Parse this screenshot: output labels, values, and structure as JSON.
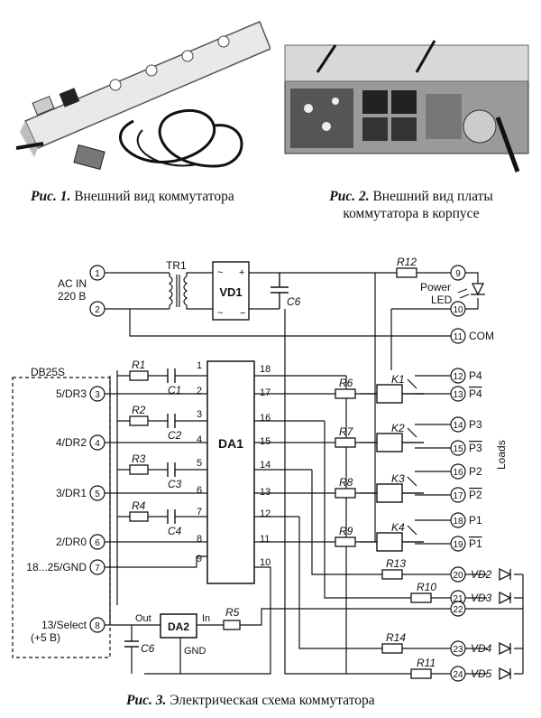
{
  "figure1": {
    "caption_prefix": "Рис. 1.",
    "caption_text": " Внешний вид коммутатора"
  },
  "figure2": {
    "caption_prefix": "Рис. 2.",
    "caption_text": " Внешний вид платы",
    "caption_line2": "коммутатора в корпусе"
  },
  "figure3": {
    "caption_prefix": "Рис. 3.",
    "caption_text": " Электрическая схема коммутатора"
  },
  "schematic": {
    "ac_in": "AC IN",
    "ac_voltage": "220 В",
    "tr1": "TR1",
    "vd1": "VD1",
    "r12": "R12",
    "c6_top": "C6",
    "power_led_1": "Power",
    "power_led_2": "LED",
    "com": "COM",
    "db25s": "DB25S",
    "da1": "DA1",
    "da2": "DA2",
    "out": "Out",
    "in": "In",
    "gnd": "GND",
    "r5": "R5",
    "c6_bottom": "C6",
    "loads": "Loads",
    "inputs": [
      {
        "label": "5/DR3",
        "num": "3"
      },
      {
        "label": "4/DR2",
        "num": "4"
      },
      {
        "label": "3/DR1",
        "num": "5"
      },
      {
        "label": "2/DR0",
        "num": "6"
      },
      {
        "label": "18...25/GND",
        "num": "7"
      },
      {
        "label": "13/Select",
        "num": "8"
      }
    ],
    "select_sub": "(+5 В)",
    "input_resistors": [
      "R1",
      "R2",
      "R3",
      "R4"
    ],
    "input_caps": [
      "C1",
      "C2",
      "C3",
      "C4"
    ],
    "da1_left_pins": [
      "1",
      "2",
      "3",
      "4",
      "5",
      "6",
      "7",
      "8",
      "9"
    ],
    "da1_right_pins": [
      "18",
      "17",
      "16",
      "15",
      "14",
      "13",
      "12",
      "11",
      "10"
    ],
    "mid_resistors": [
      "R6",
      "R7",
      "R8",
      "R9"
    ],
    "relays": [
      "K1",
      "K2",
      "K3",
      "K4"
    ],
    "terminals_top": [
      "1",
      "2",
      "9",
      "10",
      "11"
    ],
    "outputs": [
      {
        "num": "12",
        "label": "P4"
      },
      {
        "num": "13",
        "label": "P4"
      },
      {
        "num": "14",
        "label": "P3"
      },
      {
        "num": "15",
        "label": "P3"
      },
      {
        "num": "16",
        "label": "P2"
      },
      {
        "num": "17",
        "label": "P2"
      },
      {
        "num": "18",
        "label": "P1"
      },
      {
        "num": "19",
        "label": "P1"
      }
    ],
    "led_rows": [
      {
        "num": "20",
        "res": "R13",
        "led": "VD2"
      },
      {
        "num": "21",
        "res": "R10",
        "led": "VD3"
      },
      {
        "num": "22",
        "res": "",
        "led": ""
      },
      {
        "num": "23",
        "res": "R14",
        "led": "VD4"
      },
      {
        "num": "24",
        "res": "R11",
        "led": "VD5"
      }
    ]
  },
  "colors": {
    "ink": "#111111",
    "paper": "#ffffff"
  }
}
